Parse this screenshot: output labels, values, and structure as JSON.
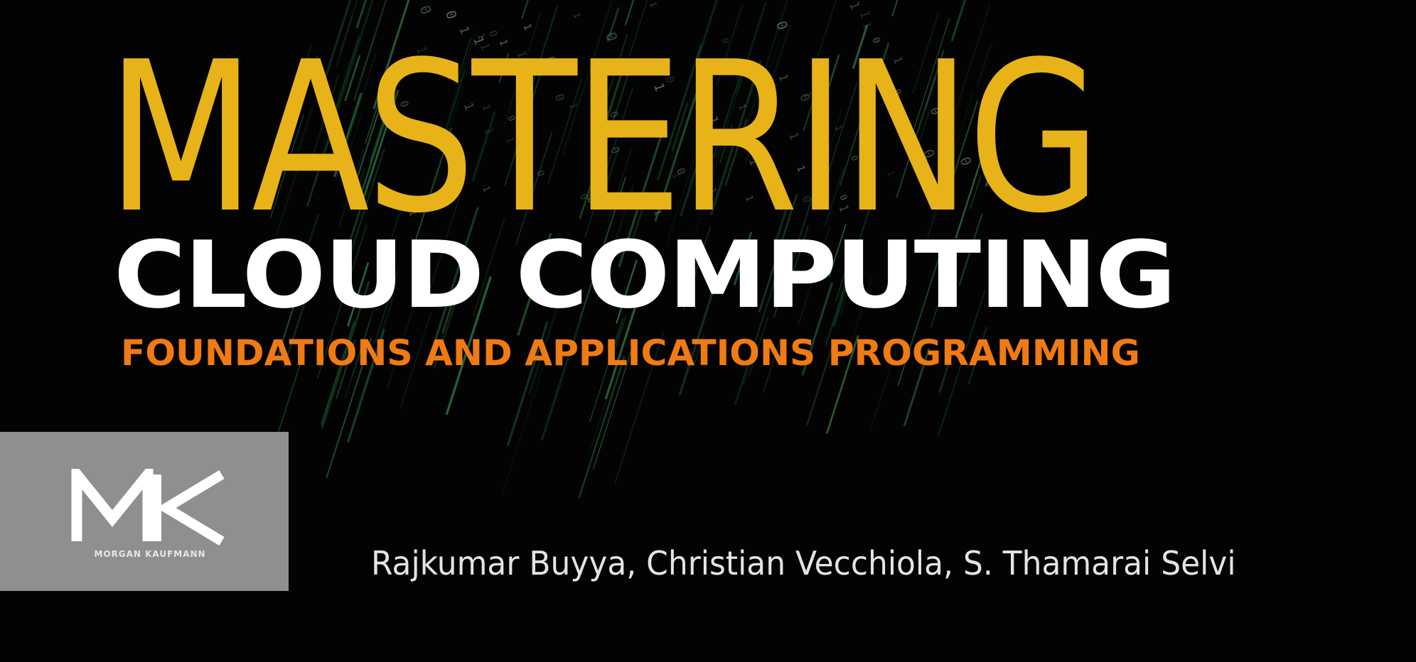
{
  "cover": {
    "title_main": "MASTERING",
    "title_sub": "CLOUD COMPUTING",
    "subtitle": "FOUNDATIONS AND APPLICATIONS PROGRAMMING",
    "authors": "Rajkumar Buyya, Christian Vecchiola, S. Thamarai Selvi",
    "publisher_logo_letters": "MK",
    "publisher_name": "MORGAN KAUFMANN"
  },
  "colors": {
    "background": "#030303",
    "title_main": "#e7b318",
    "title_sub": "#ffffff",
    "subtitle": "#f07a13",
    "publisher_panel": "#8e908e",
    "authors": "#e4e4e4"
  }
}
